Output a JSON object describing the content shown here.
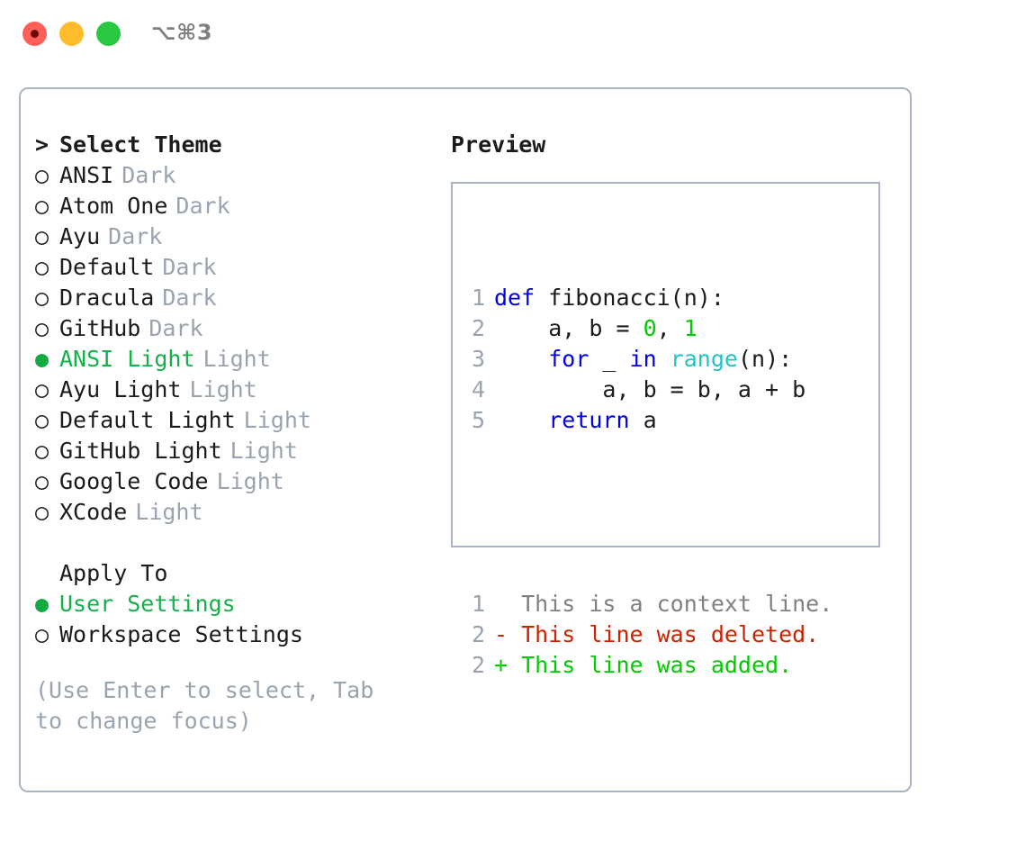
{
  "window": {
    "shortcut_label": "⌥⌘3",
    "traffic_lights": [
      {
        "name": "close",
        "color": "#ff5f57"
      },
      {
        "name": "minimize",
        "color": "#ffbd2e"
      },
      {
        "name": "maximize",
        "color": "#28c840"
      }
    ]
  },
  "theme_picker": {
    "header_marker": ">",
    "header_label": "Select Theme",
    "unselected_marker": "○",
    "selected_marker": "●",
    "items": [
      {
        "marker": "○",
        "label": "ANSI",
        "tag": "Dark",
        "selected": false
      },
      {
        "marker": "○",
        "label": "Atom One",
        "tag": "Dark",
        "selected": false
      },
      {
        "marker": "○",
        "label": "Ayu",
        "tag": "Dark",
        "selected": false
      },
      {
        "marker": "○",
        "label": "Default",
        "tag": "Dark",
        "selected": false
      },
      {
        "marker": "○",
        "label": "Dracula",
        "tag": "Dark",
        "selected": false
      },
      {
        "marker": "○",
        "label": "GitHub",
        "tag": "Dark",
        "selected": false
      },
      {
        "marker": "●",
        "label": "ANSI Light",
        "tag": "Light",
        "selected": true
      },
      {
        "marker": "○",
        "label": "Ayu Light",
        "tag": "Light",
        "selected": false
      },
      {
        "marker": "○",
        "label": "Default Light",
        "tag": "Light",
        "selected": false
      },
      {
        "marker": "○",
        "label": "GitHub Light",
        "tag": "Light",
        "selected": false
      },
      {
        "marker": "○",
        "label": "Google Code",
        "tag": "Light",
        "selected": false
      },
      {
        "marker": "○",
        "label": "XCode",
        "tag": "Light",
        "selected": false
      }
    ]
  },
  "apply_to": {
    "heading": "Apply To",
    "items": [
      {
        "marker": "●",
        "label": "User Settings",
        "selected": true
      },
      {
        "marker": "○",
        "label": "Workspace Settings",
        "selected": false
      }
    ]
  },
  "hint_text": "(Use Enter to select, Tab to change focus)",
  "preview": {
    "title": "Preview",
    "code_lines": [
      {
        "no": "1",
        "tokens": [
          {
            "t": "def",
            "c": "kw"
          },
          {
            "t": " fibonacci(n):",
            "c": "plain"
          }
        ]
      },
      {
        "no": "2",
        "tokens": [
          {
            "t": "    a, b = ",
            "c": "plain"
          },
          {
            "t": "0",
            "c": "num"
          },
          {
            "t": ", ",
            "c": "plain"
          },
          {
            "t": "1",
            "c": "num"
          }
        ]
      },
      {
        "no": "3",
        "tokens": [
          {
            "t": "    ",
            "c": "plain"
          },
          {
            "t": "for",
            "c": "kw"
          },
          {
            "t": " _ ",
            "c": "plain"
          },
          {
            "t": "in",
            "c": "kw"
          },
          {
            "t": " ",
            "c": "plain"
          },
          {
            "t": "range",
            "c": "fn"
          },
          {
            "t": "(n):",
            "c": "plain"
          }
        ]
      },
      {
        "no": "4",
        "tokens": [
          {
            "t": "        a, b = b, a + b",
            "c": "plain"
          }
        ]
      },
      {
        "no": "5",
        "tokens": [
          {
            "t": "    ",
            "c": "plain"
          },
          {
            "t": "return",
            "c": "kw"
          },
          {
            "t": " a",
            "c": "plain"
          }
        ]
      }
    ],
    "diff_lines": [
      {
        "no": "1",
        "sign": "  ",
        "text": "This is a context line.",
        "kind": "ctx"
      },
      {
        "no": "2",
        "sign": "- ",
        "text": "This line was deleted.",
        "kind": "del"
      },
      {
        "no": "2",
        "sign": "+ ",
        "text": "This line was added.",
        "kind": "add"
      }
    ]
  },
  "colors": {
    "accent_green": "#14b14a",
    "muted": "#9aa3b0",
    "border": "#aab4c2",
    "keyword_blue": "#0000ee",
    "function_cyan": "#20c4c4",
    "number_green": "#00cc00",
    "diff_del_red": "#cc2200",
    "diff_add_green": "#00cc00"
  }
}
